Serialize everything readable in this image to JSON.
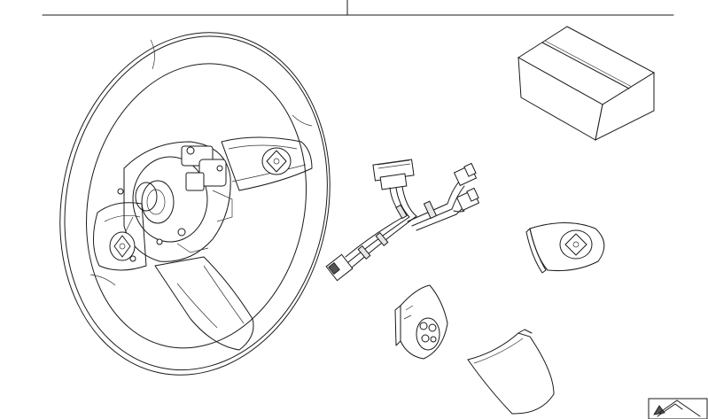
{
  "diagram": {
    "parts": [
      {
        "id": "steering-wheel",
        "icon": "steering-wheel-icon"
      },
      {
        "id": "packaging-box",
        "icon": "box-icon"
      },
      {
        "id": "wiring-harness",
        "icon": "wiring-harness-icon"
      },
      {
        "id": "right-button-module",
        "icon": "multifunction-button-icon"
      },
      {
        "id": "left-button-module",
        "icon": "multifunction-button-icon"
      },
      {
        "id": "cover-trim",
        "icon": "trim-cover-icon"
      }
    ],
    "corner_badge": {
      "icon": "arrow-up-left-icon"
    }
  }
}
